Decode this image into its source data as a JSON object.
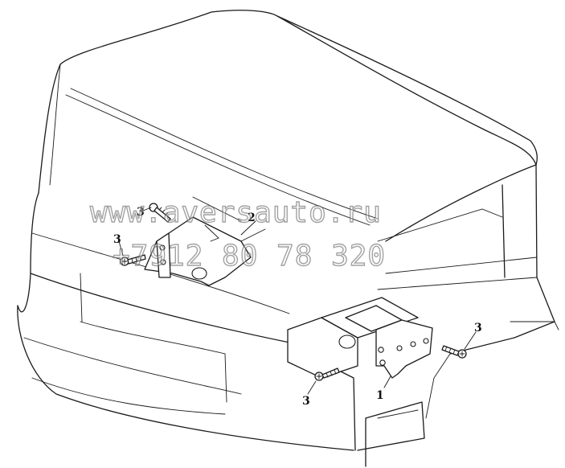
{
  "callouts": {
    "bracket_right": "1",
    "bracket_left": "2",
    "bolt_top_left": "3",
    "bolt_mid_left": "3",
    "bolt_right": "3",
    "bolt_bottom": "3"
  },
  "watermark": {
    "line1": "www.aversauto.ru",
    "line2": "+7912 80 78 320"
  }
}
